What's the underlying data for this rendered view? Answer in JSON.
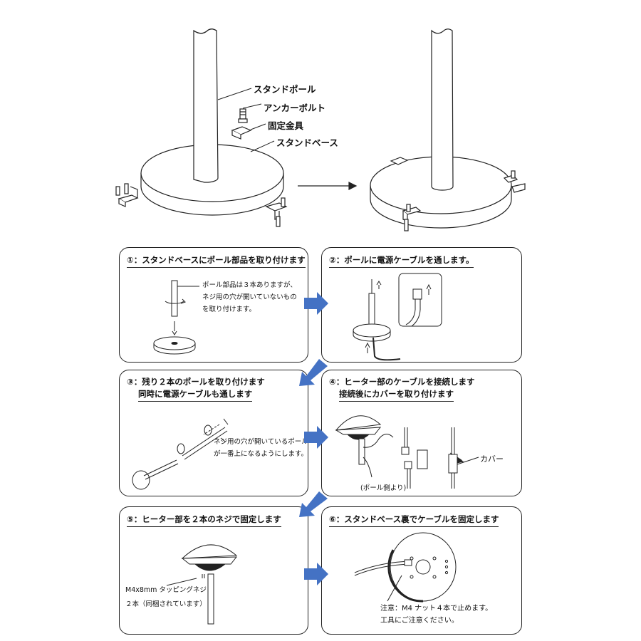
{
  "overview": {
    "labels": {
      "stand_pole": "スタンドポール",
      "anchor_bolt": "アンカーボルト",
      "bracket": "固定金具",
      "stand_base": "スタンドベース"
    }
  },
  "steps": [
    {
      "title": "①：スタンドベースにポール部品を取り付けます",
      "notes": [
        "ポール部品は３本ありますが、",
        "ネジ用の穴が開いていないもの",
        "を取り付けます。"
      ]
    },
    {
      "title": "②：ポールに電源ケーブルを通します。",
      "notes": []
    },
    {
      "title": "③：残り２本のポールを取り付けます",
      "title2": "同時に電源ケーブルも通します",
      "notes": [
        "ネジ用の穴が開いているポール",
        "が一番上になるようにします。"
      ]
    },
    {
      "title": "④：ヒーター部のケーブルを接続します",
      "title2": "接続後にカバーを取り付けます",
      "notes": [
        "(ポール側より)"
      ],
      "cover_label": "カバー"
    },
    {
      "title": "⑤：ヒーター部を２本のネジで固定します",
      "notes": [
        "M4x8mm タッピングネジ",
        "２本（同梱されています）"
      ]
    },
    {
      "title": "⑥：スタンドベース裏でケーブルを固定します",
      "notes": [
        "注意：M4 ナット４本で止めます。",
        "工具にご注意ください。"
      ]
    }
  ],
  "colors": {
    "flow_arrow": "#4472c4",
    "line": "#222222"
  }
}
